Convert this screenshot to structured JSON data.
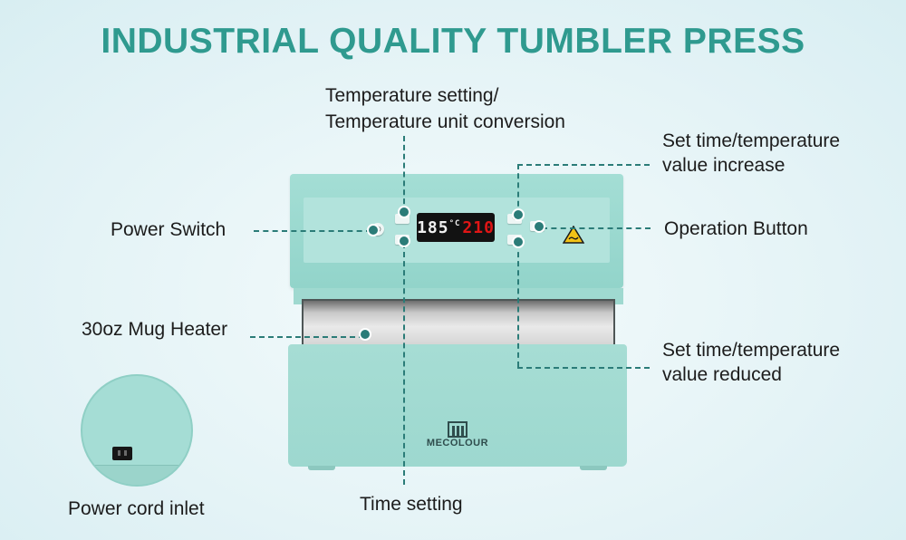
{
  "title": "INDUSTRIAL QUALITY TUMBLER PRESS",
  "labels": {
    "temperature_setting": "Temperature setting/",
    "temperature_unit": "Temperature unit conversion",
    "increase_line1": "Set time/temperature",
    "increase_line2": "value increase",
    "power_switch": "Power Switch",
    "operation_button": "Operation Button",
    "mug_heater": "30oz Mug Heater",
    "reduce_line1": "Set time/temperature",
    "reduce_line2": "value reduced",
    "power_cord_inlet": "Power cord inlet",
    "time_setting": "Time setting"
  },
  "display": {
    "temperature": "185",
    "unit": "°C",
    "time": "210"
  },
  "buttons": {
    "plus": "+",
    "minus": "−",
    "power_symbol": "⏻"
  },
  "brand": "MECOLOUR",
  "icons": [
    "power-icon",
    "warning-hot-surface-icon",
    "brand-logo-icon"
  ],
  "colors": {
    "title": "#2f9a8f",
    "machine": "#a4ded5",
    "leader_line": "#2b7c78",
    "display_time": "#e01515"
  }
}
